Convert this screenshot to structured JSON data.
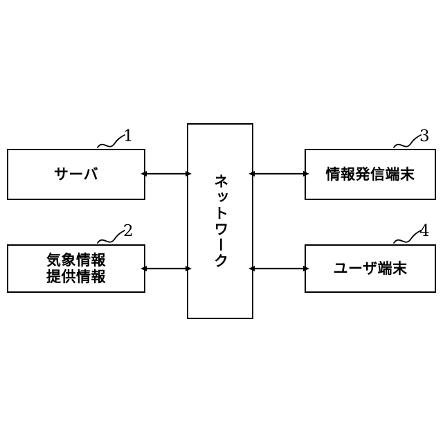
{
  "diagram": {
    "title": "",
    "background_color": "#ffffff",
    "line_color": "#000000",
    "nodes": [
      {
        "id": "server",
        "label": "サーバ",
        "ref": "1",
        "orientation": "horizontal"
      },
      {
        "id": "weather",
        "label": "気象情報\n提供情報",
        "ref": "2",
        "orientation": "horizontal"
      },
      {
        "id": "network",
        "label": "ネットワーク",
        "ref": "",
        "orientation": "vertical"
      },
      {
        "id": "sender",
        "label": "情報発信端末",
        "ref": "3",
        "orientation": "horizontal"
      },
      {
        "id": "user",
        "label": "ユーザ端末",
        "ref": "4",
        "orientation": "horizontal"
      }
    ],
    "connections": [
      {
        "id": "server-network",
        "from": "server",
        "to": "network",
        "style": "double-arrow"
      },
      {
        "id": "weather-network",
        "from": "weather",
        "to": "network",
        "style": "double-arrow"
      },
      {
        "id": "network-sender",
        "from": "network",
        "to": "sender",
        "style": "double-arrow"
      },
      {
        "id": "network-user",
        "from": "network",
        "to": "user",
        "style": "double-arrow"
      }
    ],
    "reference_numbers": [
      "1",
      "2",
      "3",
      "4"
    ]
  }
}
